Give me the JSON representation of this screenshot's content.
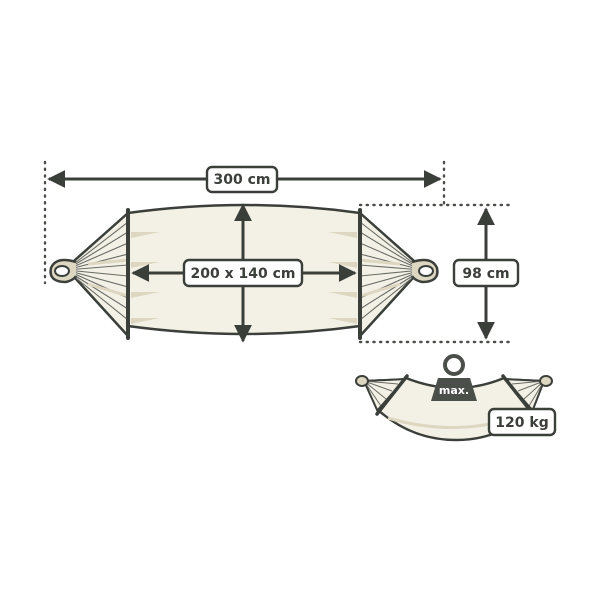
{
  "dimensions": {
    "overall_length": "300 cm",
    "bed_size": "200 x 140 cm",
    "end_length": "98 cm"
  },
  "load": {
    "badge": "max.",
    "capacity": "120 kg"
  },
  "colors": {
    "outline": "#3b3f3a",
    "fabric": "#f3f1e6",
    "fabric_shade": "#ddd7c2",
    "dotted": "#4a4d48",
    "weight": "#4b4f4a"
  }
}
